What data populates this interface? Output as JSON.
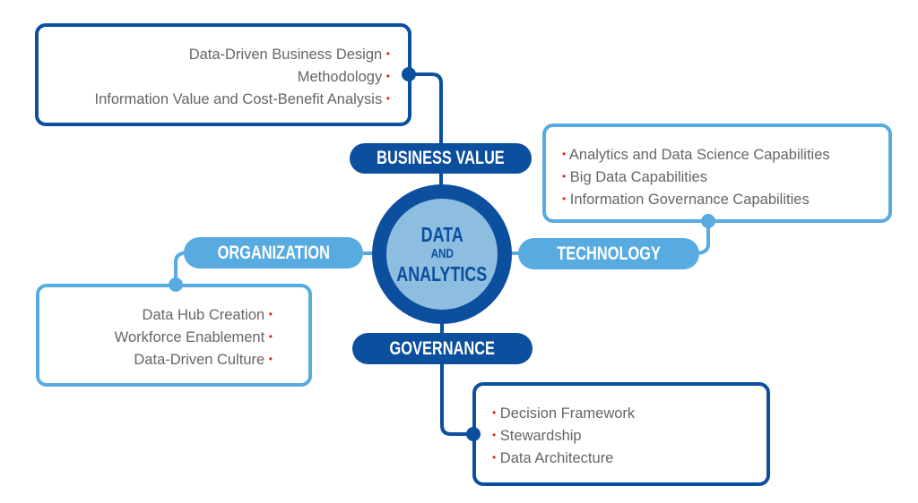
{
  "center": {
    "line1": "DATA",
    "line2": "AND",
    "line3": "ANALYTICS"
  },
  "pillars": {
    "business_value": {
      "label": "BUSINESS VALUE",
      "items": [
        "Data-Driven Business Design",
        "Methodology",
        "Information Value and Cost-Benefit Analysis"
      ]
    },
    "technology": {
      "label": "TECHNOLOGY",
      "items": [
        "Analytics and Data Science Capabilities",
        "Big Data Capabilities",
        "Information Governance Capabilities"
      ]
    },
    "organization": {
      "label": "ORGANIZATION",
      "items": [
        "Data Hub Creation",
        "Workforce Enablement",
        "Data-Driven Culture"
      ]
    },
    "governance": {
      "label": "GOVERNANCE",
      "items": [
        "Decision Framework",
        "Stewardship",
        "Data Architecture"
      ]
    }
  },
  "bullet": "•",
  "colors": {
    "dark_blue": "#0c4f9e",
    "light_blue": "#58abe0",
    "circle_fill": "#8dbee0",
    "bullet": "#e52222",
    "text": "#666666"
  }
}
